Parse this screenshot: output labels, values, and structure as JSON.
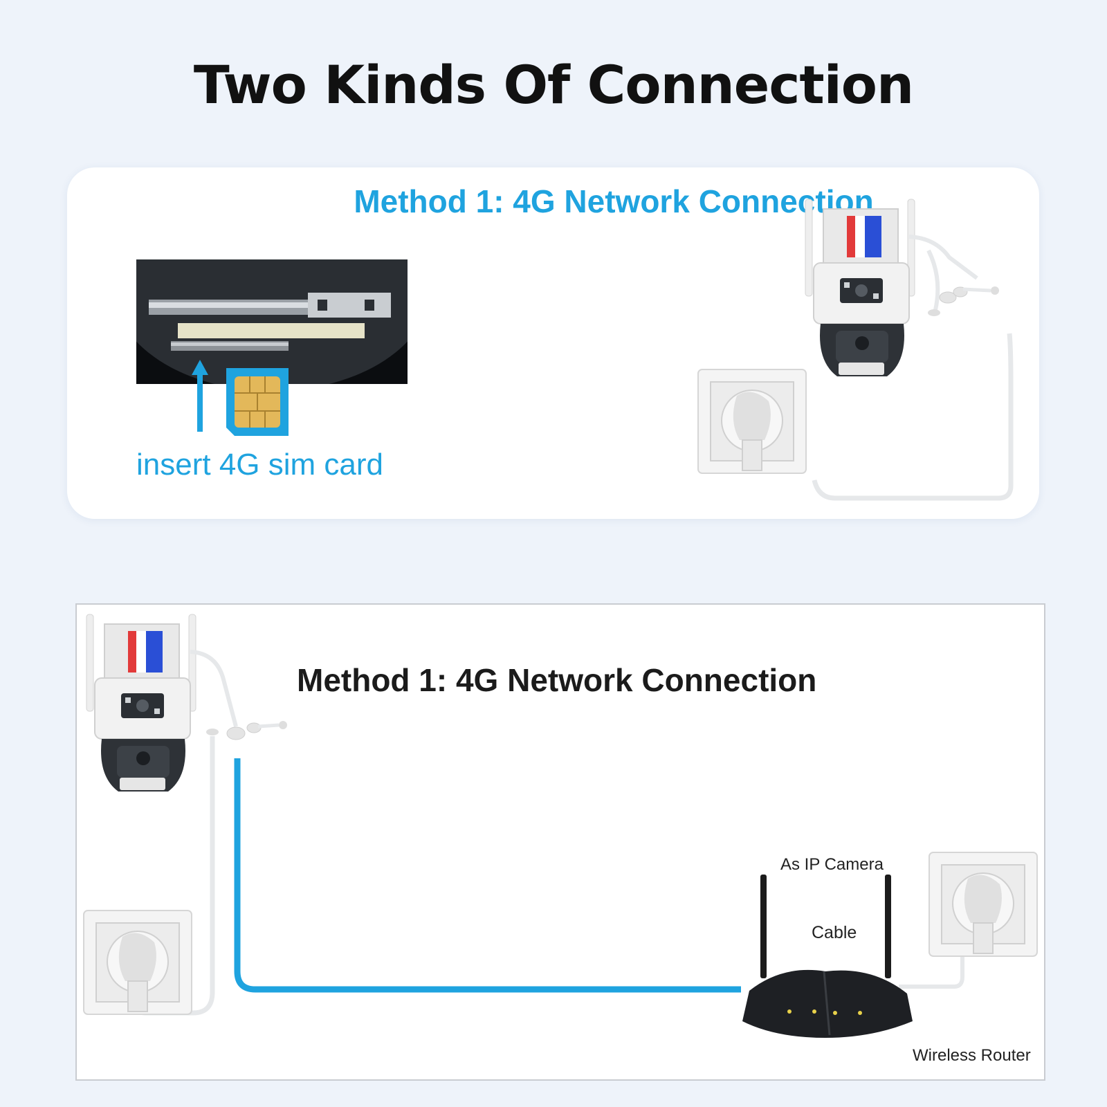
{
  "title": "Two Kinds Of Connection",
  "method1": {
    "title": "Method 1: 4G Network Connection",
    "sim_caption": "insert 4G sim card"
  },
  "method2": {
    "title": "Method 1: 4G Network Connection",
    "label_ip_camera": "As IP Camera",
    "label_cable": "Cable",
    "label_router": "Wireless Router"
  },
  "colors": {
    "accent": "#1fa3df",
    "network_cable": "#1fa3df",
    "background": "#eef3fa"
  },
  "icons": [
    "sim-card-icon",
    "camera-icon",
    "power-socket-icon",
    "router-icon",
    "up-arrow-icon"
  ]
}
